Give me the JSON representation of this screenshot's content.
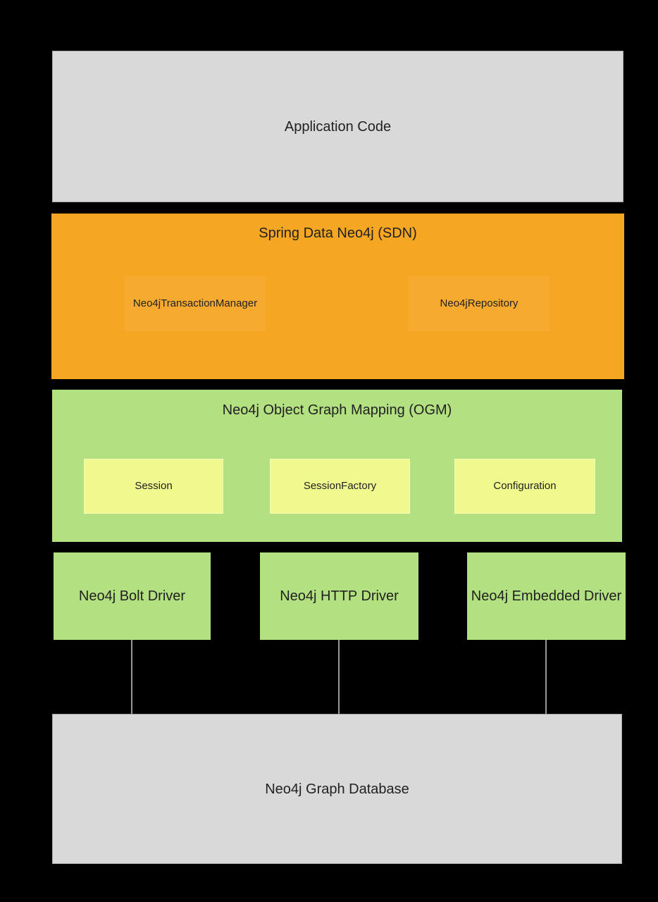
{
  "diagram": {
    "application_code": {
      "label": "Application Code"
    },
    "sdn": {
      "title": "Spring Data Neo4j (SDN)",
      "components": [
        {
          "label": "Neo4jTransactionManager"
        },
        {
          "label": "Neo4jRepository"
        }
      ]
    },
    "ogm": {
      "title": "Neo4j Object Graph Mapping (OGM)",
      "components": [
        {
          "label": "Session"
        },
        {
          "label": "SessionFactory"
        },
        {
          "label": "Configuration"
        }
      ]
    },
    "drivers": [
      {
        "label": "Neo4j Bolt Driver"
      },
      {
        "label": "Neo4j HTTP Driver"
      },
      {
        "label": "Neo4j Embedded Driver"
      }
    ],
    "database": {
      "label": "Neo4j Graph Database"
    }
  },
  "colors": {
    "background": "#000000",
    "gray_box": "#d9d9d9",
    "gray_border": "#a8a8a8",
    "orange": "#f5a623",
    "orange_inner": "#f6ab30",
    "green": "#b3e181",
    "yellow": "#f0f98d",
    "yellow_border": "#f8fcba",
    "text": "#212121",
    "connector": "#979797"
  }
}
